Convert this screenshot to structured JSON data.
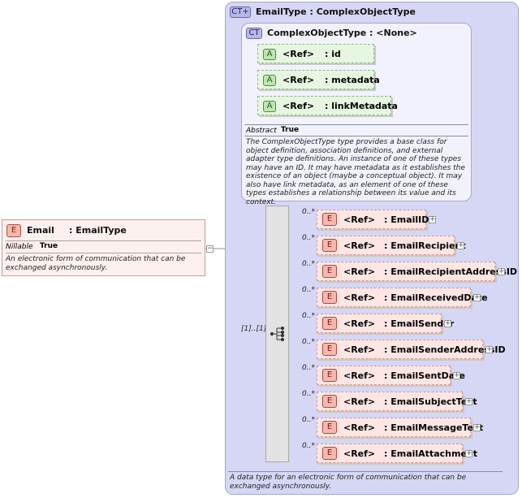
{
  "root_element": {
    "badge": "E",
    "name": "Email",
    "type": ": EmailType",
    "nillable_label": "Nillable",
    "nillable_value": "True",
    "doc": "An electronic form of communication that can be exchanged asynchronously."
  },
  "complex_type": {
    "badge": "CT",
    "title": "EmailType : ComplexObjectType",
    "doc": "A data type for an electronic form of communication that can be exchanged asynchronously.",
    "base": {
      "badge": "CT",
      "title": "ComplexObjectType : <None>",
      "abstract_label": "Abstract",
      "abstract_value": "True",
      "doc": "The ComplexObjectType type provides a base class for object definition, association definitions, and external adapter type definitions. An instance of one of these types may have an ID. It may have metadata as it establishes the existence of an object (maybe a conceptual object). It may also have link metadata, as an element of one of these types establishes a relationship between its value and its context.",
      "attributes": [
        {
          "badge": "A",
          "ref": "<Ref>",
          "name": ": id"
        },
        {
          "badge": "A",
          "ref": "<Ref>",
          "name": ": metadata"
        },
        {
          "badge": "A",
          "ref": "<Ref>",
          "name": ": linkMetadata"
        }
      ]
    },
    "sequence_occurrence": "[1]..[1]",
    "elements": [
      {
        "badge": "E",
        "occ": "0..*",
        "ref": "<Ref>",
        "name": ": EmailID"
      },
      {
        "badge": "E",
        "occ": "0..*",
        "ref": "<Ref>",
        "name": ": EmailRecipient"
      },
      {
        "badge": "E",
        "occ": "0..*",
        "ref": "<Ref>",
        "name": ": EmailRecipientAddressID"
      },
      {
        "badge": "E",
        "occ": "0..*",
        "ref": "<Ref>",
        "name": ": EmailReceivedDate"
      },
      {
        "badge": "E",
        "occ": "0..*",
        "ref": "<Ref>",
        "name": ": EmailSender"
      },
      {
        "badge": "E",
        "occ": "0..*",
        "ref": "<Ref>",
        "name": ": EmailSenderAddressID"
      },
      {
        "badge": "E",
        "occ": "0..*",
        "ref": "<Ref>",
        "name": ": EmailSentDate"
      },
      {
        "badge": "E",
        "occ": "0..*",
        "ref": "<Ref>",
        "name": ": EmailSubjectText"
      },
      {
        "badge": "E",
        "occ": "0..*",
        "ref": "<Ref>",
        "name": ": EmailMessageText"
      },
      {
        "badge": "E",
        "occ": "0..*",
        "ref": "<Ref>",
        "name": ": EmailAttachment"
      }
    ],
    "expand_symbol": "+",
    "collapse_symbol": "−"
  }
}
